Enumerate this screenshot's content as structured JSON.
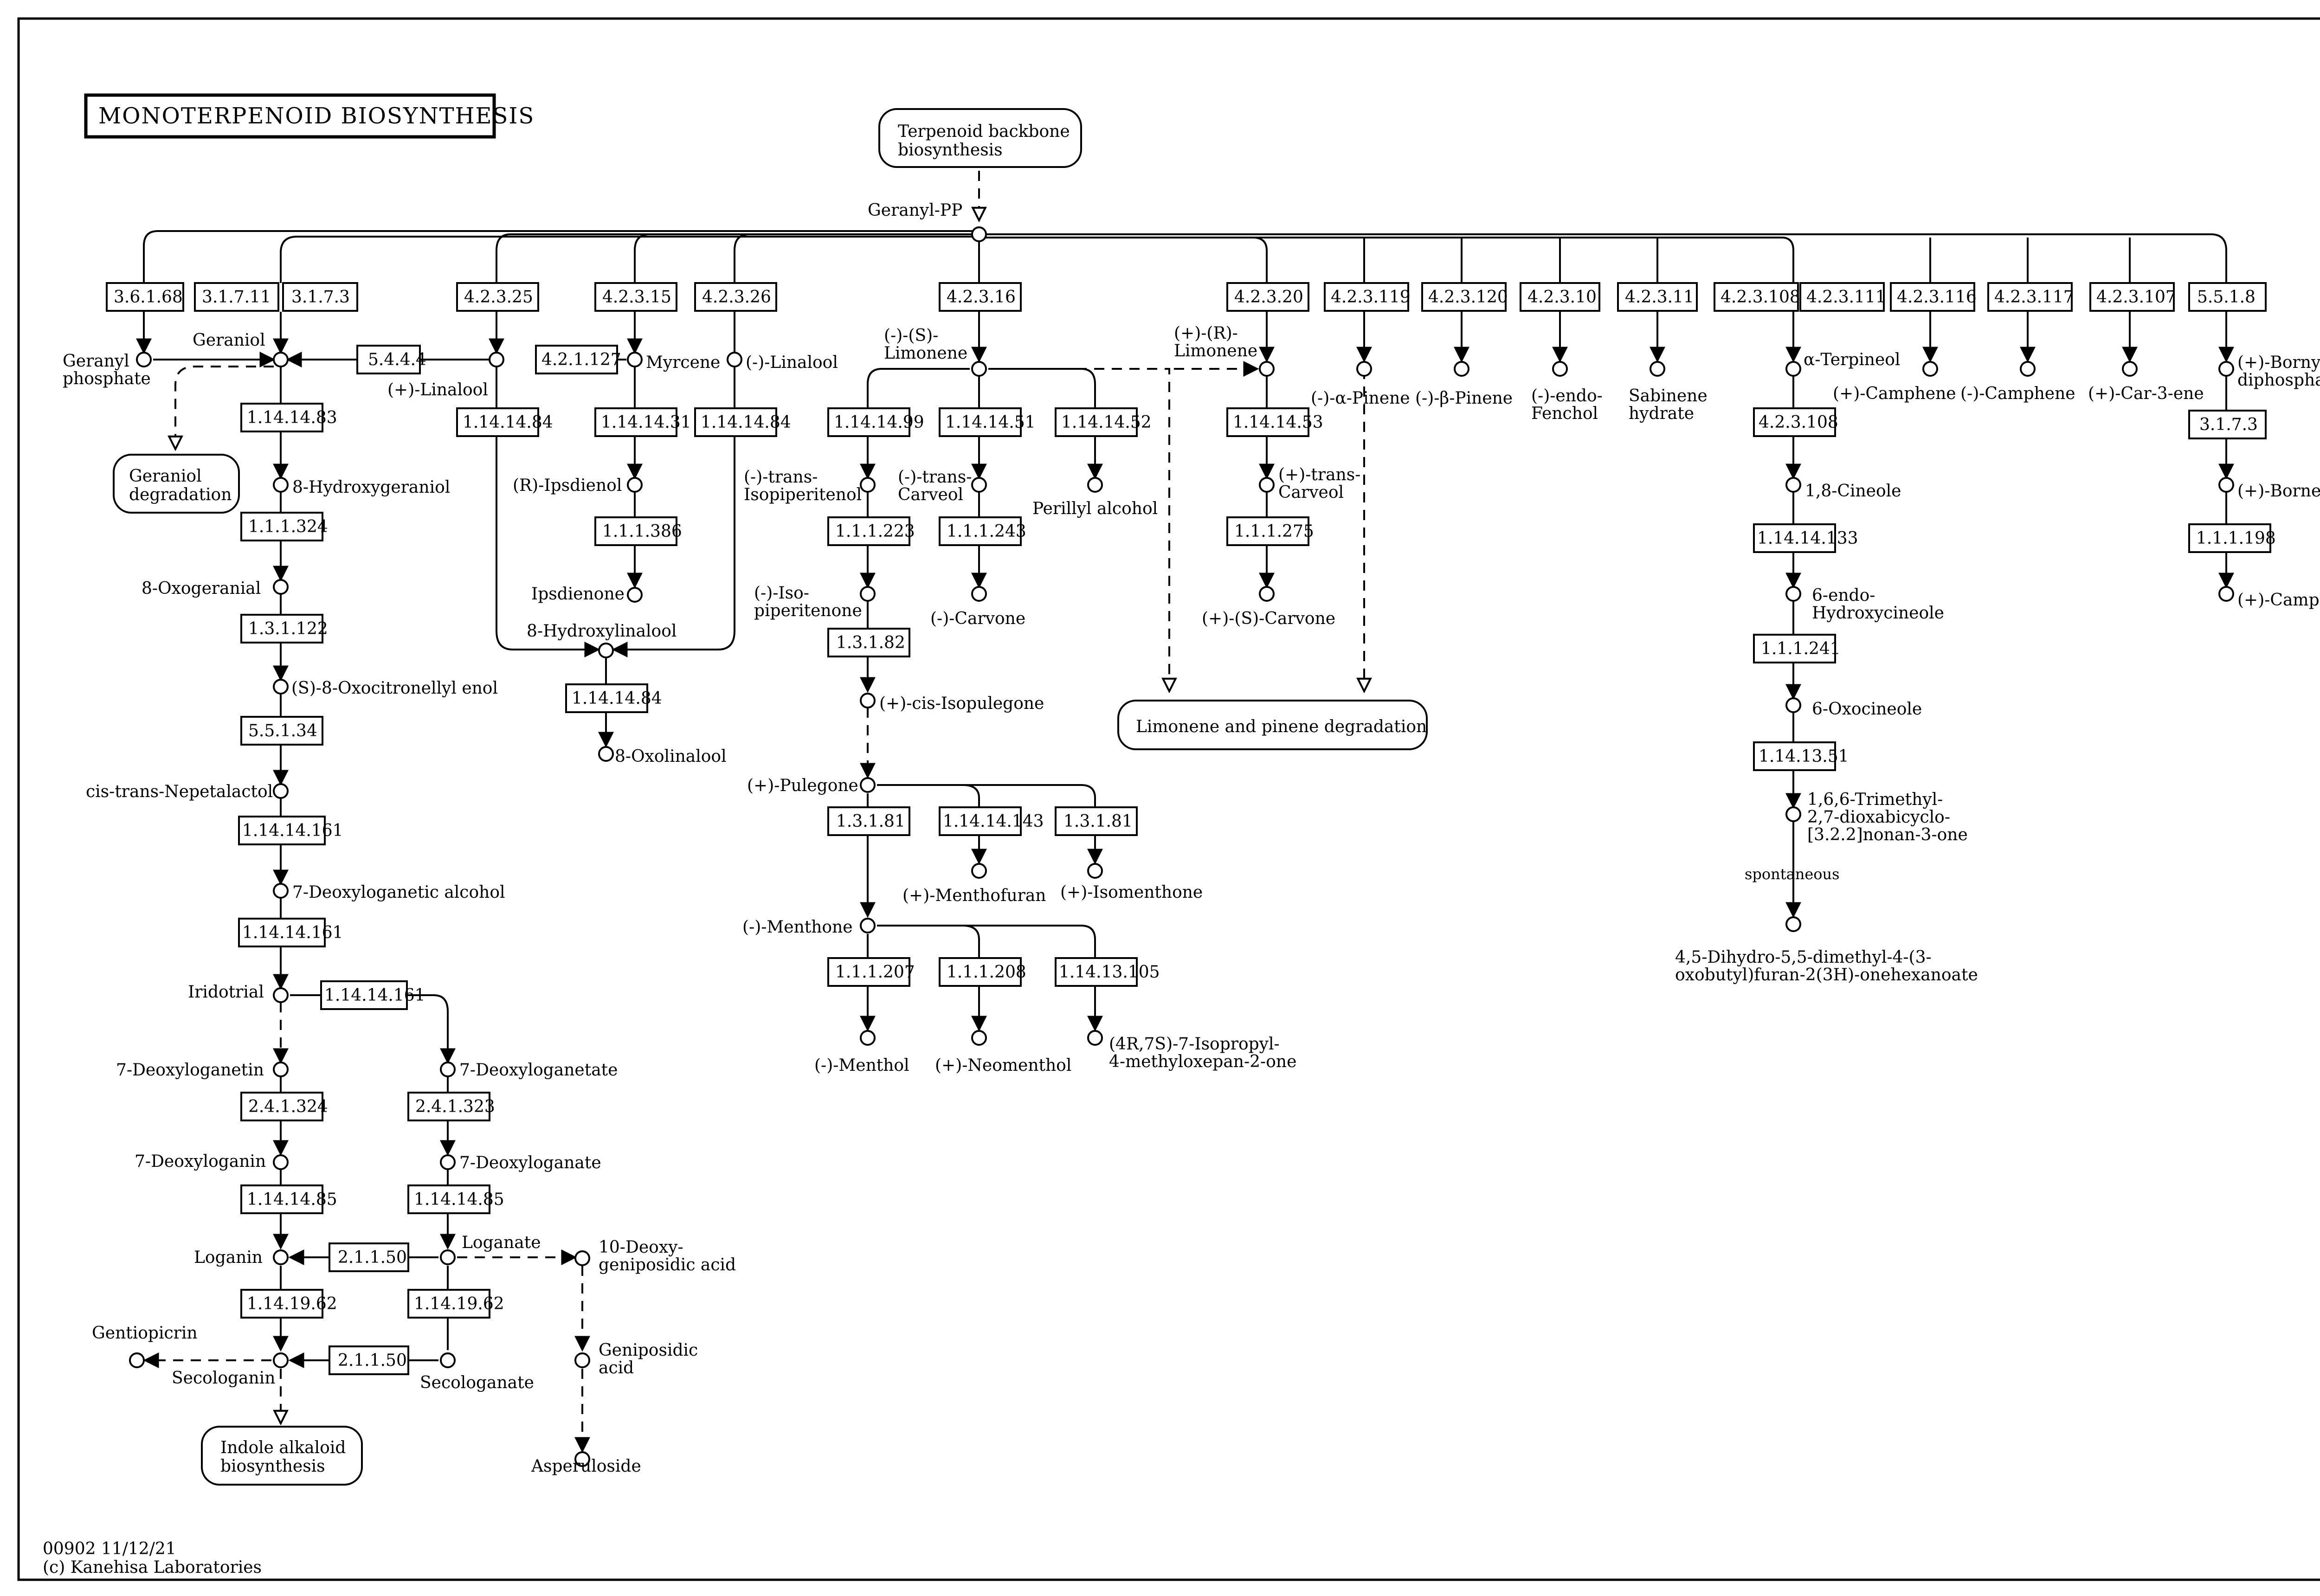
{
  "title": "MONOTERPENOID BIOSYNTHESIS",
  "footer": {
    "map_id_date": "00902 11/12/21",
    "copyright": "(c) Kanehisa Laboratories"
  },
  "maps": {
    "terpenoid_backbone": [
      "Terpenoid backbone",
      "biosynthesis"
    ],
    "geraniol_degradation": [
      "Geraniol",
      "degradation"
    ],
    "limonene_pinene_degradation": [
      "Limonene and pinene degradation"
    ],
    "indole_alkaloid": [
      "Indole alkaloid",
      "biosynthesis"
    ]
  },
  "compounds": {
    "geranyl_pp": "Geranyl-PP",
    "geranyl_phosphate": [
      "Geranyl",
      "phosphate"
    ],
    "geraniol": "Geraniol",
    "linalool_plus": "(+)-Linalool",
    "myrcene": "Myrcene",
    "linalool_minus": "(-)-Linalool",
    "s_limonene": [
      "(-)-(S)-",
      "Limonene"
    ],
    "r_limonene": [
      "(+)-(R)-",
      "Limonene"
    ],
    "alpha_pinene": "(-)-α-Pinene",
    "beta_pinene": "(-)-β-Pinene",
    "endo_fenchol": [
      "(-)-endo-",
      "Fenchol"
    ],
    "sabinene_hydrate": [
      "Sabinene",
      "hydrate"
    ],
    "alpha_terpineol": "α-Terpineol",
    "camphene_plus": "(+)-Camphene",
    "camphene_minus": "(-)-Camphene",
    "car3ene": "(+)-Car-3-ene",
    "bornyl_diphosphate": [
      "(+)-Bornyl",
      "diphosphate"
    ],
    "hydroxygeraniol": "8-Hydroxygeraniol",
    "oxogeranial": "8-Oxogeranial",
    "oxocitronellyl": "(S)-8-Oxocitronellyl enol",
    "nepetalactol": "cis-trans-Nepetalactol",
    "deoxyloganetic_alcohol": "7-Deoxyloganetic alcohol",
    "iridotrial": "Iridotrial",
    "deoxyloganetin": "7-Deoxyloganetin",
    "deoxyloganetate": "7-Deoxyloganetate",
    "deoxyloganin": "7-Deoxyloganin",
    "deoxyloganate": "7-Deoxyloganate",
    "loganin": "Loganin",
    "loganate": "Loganate",
    "deoxygeniposidic": [
      "10-Deoxy-",
      "geniposidic acid"
    ],
    "gentiopicrin": "Gentiopicrin",
    "secologanin": "Secologanin",
    "secologanate": "Secologanate",
    "geniposidic": [
      "Geniposidic",
      "acid"
    ],
    "asperuloside": "Asperuloside",
    "ipsdienol": "(R)-Ipsdienol",
    "ipsdienone": "Ipsdienone",
    "hydroxylinalool": "8-Hydroxylinalool",
    "oxolinalool": "8-Oxolinalool",
    "trans_isopiperitenol": [
      "(-)-trans-",
      "Isopiperitenol"
    ],
    "trans_carveol_minus": [
      "(-)-trans-",
      "Carveol"
    ],
    "perillyl_alcohol": "Perillyl alcohol",
    "isopiperitenone": [
      "(-)-Iso-",
      "piperitenone"
    ],
    "carvone_minus": "(-)-Carvone",
    "cis_isopulegone": "(+)-cis-Isopulegone",
    "pulegone": "(+)-Pulegone",
    "menthofuran": "(+)-Menthofuran",
    "isomenthone": "(+)-Isomenthone",
    "menthone": "(-)-Menthone",
    "menthol": "(-)-Menthol",
    "neomenthol": "(+)-Neomenthol",
    "isopropyl_oxepan": [
      "(4R,7S)-7-Isopropyl-",
      "4-methyloxepan-2-one"
    ],
    "trans_carveol_plus": [
      "(+)-trans-",
      "Carveol"
    ],
    "s_carvone_plus": "(+)-(S)-Carvone",
    "cineole": "1,8-Cineole",
    "hydroxycineole": [
      "6-endo-",
      "Hydroxycineole"
    ],
    "oxocineole": "6-Oxocineole",
    "trimethyl_dioxabicyclo": [
      "1,6,6-Trimethyl-",
      "2,7-dioxabicyclo-",
      "[3.2.2]nonan-3-one"
    ],
    "dihydro_furan": [
      "4,5-Dihydro-5,5-dimethyl-4-(3-",
      "oxobutyl)furan-2(3H)-onehexanoate"
    ],
    "borneol": "(+)-Borneol",
    "camphor": "(+)-Camphor"
  },
  "label_spontaneous": "spontaneous",
  "enzymes": {
    "e_3_6_1_68": "3.6.1.68",
    "e_3_1_7_11": "3.1.7.11",
    "e_3_1_7_3": "3.1.7.3",
    "e_4_2_3_25": "4.2.3.25",
    "e_4_2_3_15": "4.2.3.15",
    "e_4_2_3_26": "4.2.3.26",
    "e_4_2_3_16": "4.2.3.16",
    "e_4_2_3_20": "4.2.3.20",
    "e_4_2_3_119": "4.2.3.119",
    "e_4_2_3_120": "4.2.3.120",
    "e_4_2_3_10": "4.2.3.10",
    "e_4_2_3_11": "4.2.3.11",
    "e_4_2_3_108": "4.2.3.108",
    "e_4_2_3_111": "4.2.3.111",
    "e_4_2_3_116": "4.2.3.116",
    "e_4_2_3_117": "4.2.3.117",
    "e_4_2_3_107": "4.2.3.107",
    "e_5_5_1_8": "5.5.1.8",
    "e_5_4_4_4": "5.4.4.4",
    "e_4_2_1_127": "4.2.1.127",
    "e_1_14_14_83": "1.14.14.83",
    "e_1_14_14_84_a": "1.14.14.84",
    "e_1_14_14_31": "1.14.14.31",
    "e_1_14_14_84_b": "1.14.14.84",
    "e_1_1_1_324": "1.1.1.324",
    "e_1_1_1_386": "1.1.1.386",
    "e_1_14_14_84_c": "1.14.14.84",
    "e_1_3_1_122": "1.3.1.122",
    "e_5_5_1_34": "5.5.1.34",
    "e_1_14_14_161_a": "1.14.14.161",
    "e_1_14_14_161_b": "1.14.14.161",
    "e_1_14_14_161_c": "1.14.14.161",
    "e_2_4_1_324": "2.4.1.324",
    "e_2_4_1_323": "2.4.1.323",
    "e_1_14_14_85_a": "1.14.14.85",
    "e_1_14_14_85_b": "1.14.14.85",
    "e_2_1_1_50_a": "2.1.1.50",
    "e_1_14_19_62_a": "1.14.19.62",
    "e_1_14_19_62_b": "1.14.19.62",
    "e_2_1_1_50_b": "2.1.1.50",
    "e_1_14_14_99": "1.14.14.99",
    "e_1_14_14_51": "1.14.14.51",
    "e_1_14_14_52": "1.14.14.52",
    "e_1_1_1_223": "1.1.1.223",
    "e_1_1_1_243": "1.1.1.243",
    "e_1_3_1_82": "1.3.1.82",
    "e_1_3_1_81_a": "1.3.1.81",
    "e_1_14_14_143": "1.14.14.143",
    "e_1_3_1_81_b": "1.3.1.81",
    "e_1_1_1_207": "1.1.1.207",
    "e_1_1_1_208": "1.1.1.208",
    "e_1_14_13_105": "1.14.13.105",
    "e_1_14_14_53": "1.14.14.53",
    "e_1_1_1_275": "1.1.1.275",
    "e_4_2_3_108_b": "4.2.3.108",
    "e_1_14_14_133": "1.14.14.133",
    "e_1_1_1_241": "1.1.1.241",
    "e_1_14_13_51": "1.14.13.51",
    "e_3_1_7_3_b": "3.1.7.3",
    "e_1_1_1_198": "1.1.1.198"
  }
}
